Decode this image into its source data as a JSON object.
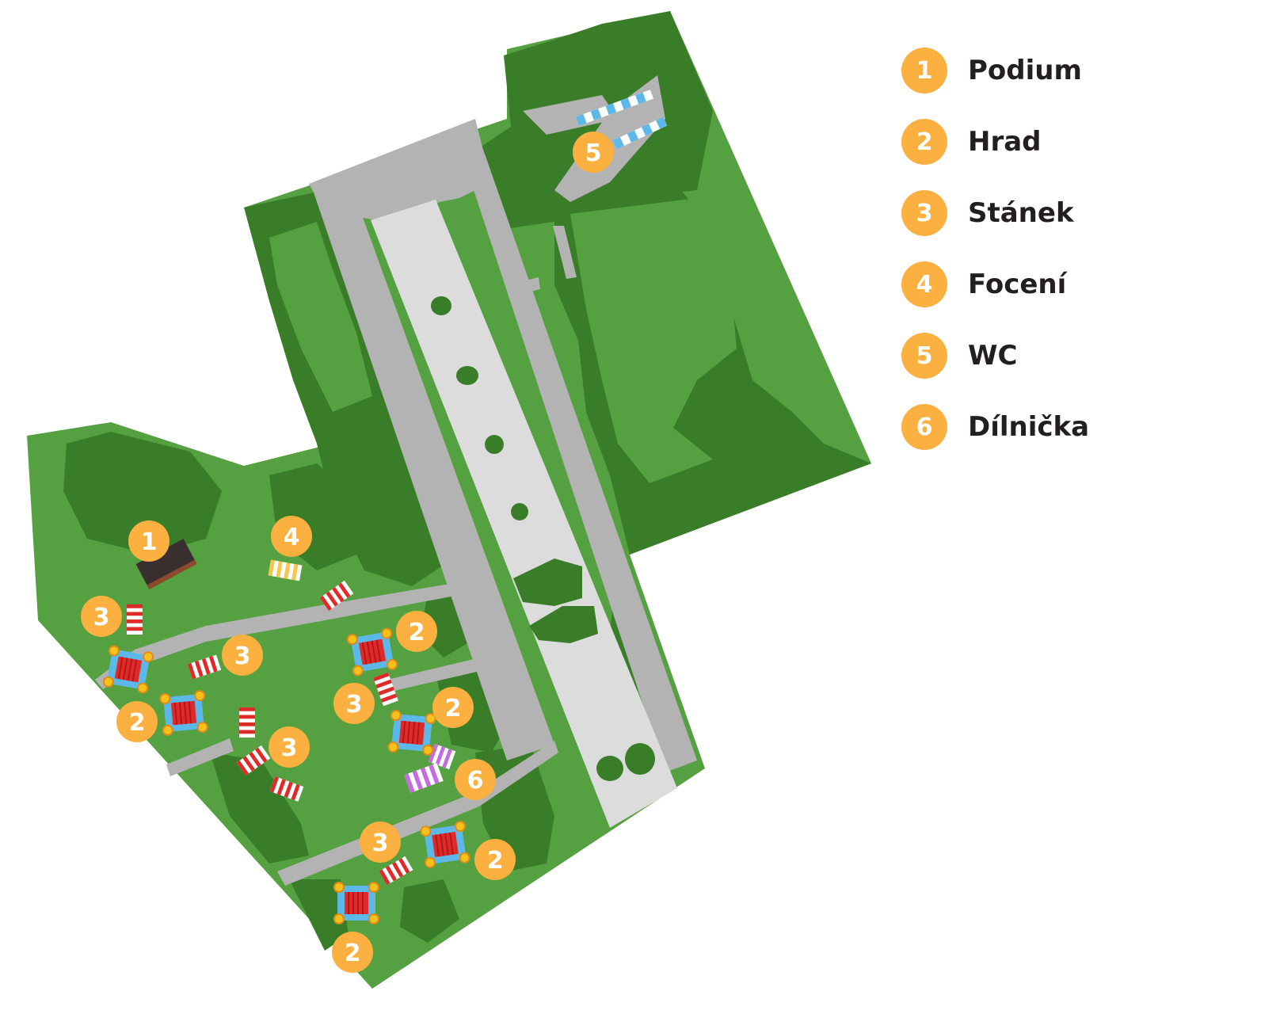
{
  "colors": {
    "grass": "#55a041",
    "tree_cover": "#3a7d29",
    "path": "#b3b3b3",
    "avenue": "#dcdcdc",
    "marker": "#fbb040",
    "marker_text": "#ffffff",
    "legend_text": "#231f20"
  },
  "legend": [
    {
      "number": "1",
      "label": "Podium"
    },
    {
      "number": "2",
      "label": "Hrad"
    },
    {
      "number": "3",
      "label": "Stánek"
    },
    {
      "number": "4",
      "label": "Focení"
    },
    {
      "number": "5",
      "label": "WC"
    },
    {
      "number": "6",
      "label": "Dílnička"
    }
  ],
  "markers": {
    "podium": "1",
    "photo": "4",
    "wc": "5",
    "workshop": "6",
    "castle": "2",
    "stall": "3"
  },
  "icons": {
    "podium": "stage-icon",
    "castle": "bouncy-castle-icon",
    "stall": "striped-stall-icon",
    "photo": "photo-booth-icon",
    "wc": "toilet-cabins-icon",
    "workshop": "workshop-tent-icon"
  }
}
